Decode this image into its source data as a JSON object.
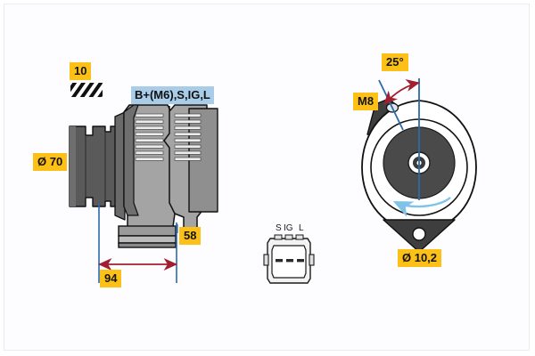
{
  "drawing": {
    "title": "Alternator technical drawing",
    "background_color": "#fdfdff",
    "badge_color": "#fcc016",
    "terminal_label_color": "#a9cde9",
    "dimension_line_color": "#a02030",
    "extension_line_color": "#2b6aa8",
    "rotation_arrow_color": "#7fc4e8",
    "body_gray": "#a4a4a4",
    "dark_gray": "#4a4a4a"
  },
  "side_view": {
    "name": "alternator-side-view",
    "badges": {
      "pulley_groove_count": "10",
      "pulley_diameter": "Ø 70",
      "mount_height": "58",
      "length": "94"
    },
    "terminal_label": "B+(M6),S,IG,L",
    "hatch_swatch_name": "belt-profile-hatch"
  },
  "front_view": {
    "name": "alternator-front-view",
    "badges": {
      "upper_mount_thread": "M8",
      "mount_angle": "25°",
      "lower_mount_hole": "Ø 10,2"
    }
  },
  "connector": {
    "name": "connector-detail",
    "pins": [
      "S",
      "IG",
      "L"
    ],
    "pin_count": 3
  }
}
